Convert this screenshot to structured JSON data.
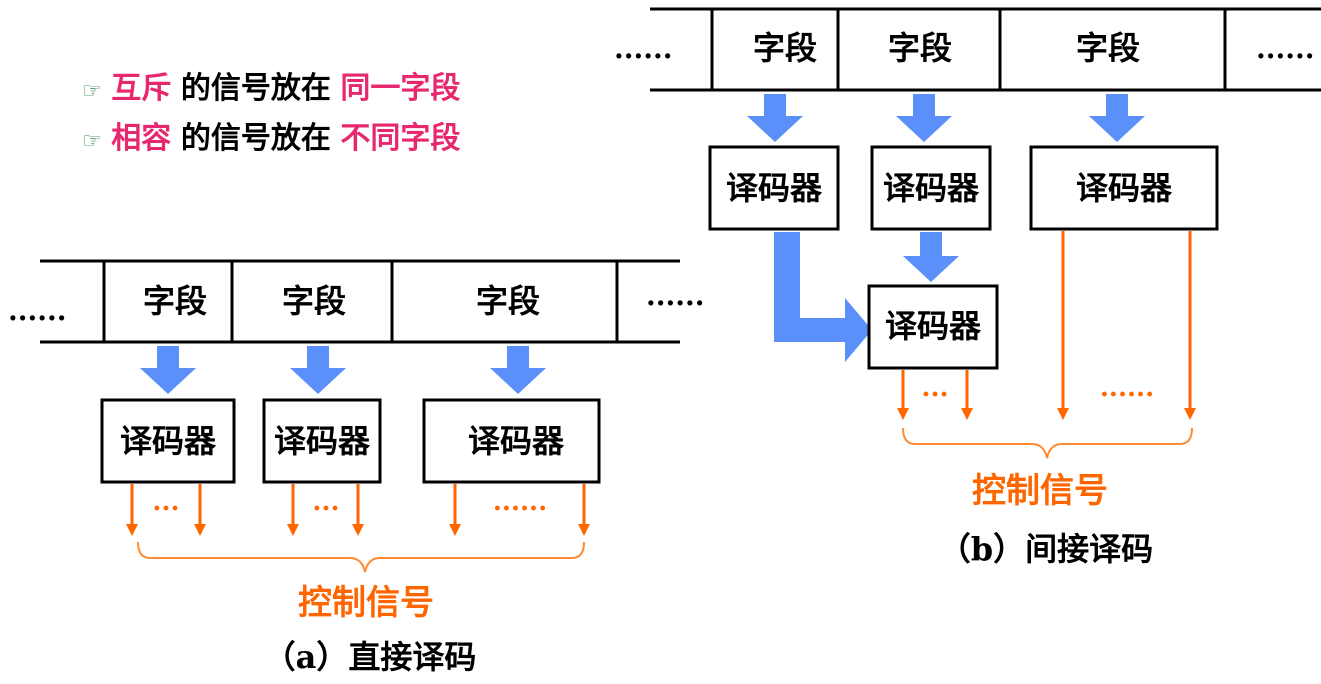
{
  "notes": [
    {
      "hand": "☞",
      "highlight": "互斥",
      "middle": "的信号放在",
      "highlight2": "同一字段"
    },
    {
      "hand": "☞",
      "highlight": "相容",
      "middle": "的信号放在",
      "highlight2": "不同字段"
    }
  ],
  "colors": {
    "highlight": "#e8286e",
    "arrow": "#5b8ff9",
    "signal": "#ff6600",
    "hand": "#2e8b57"
  },
  "left": {
    "ellipsis_left": "......",
    "ellipsis_right": "......",
    "fields": [
      "字段",
      "字段",
      "字段"
    ],
    "decoders": [
      "译码器",
      "译码器",
      "译码器"
    ],
    "signal_dots": [
      "...",
      "...",
      "......"
    ],
    "signal_label": "控制信号",
    "caption": "（a）直接译码"
  },
  "right": {
    "ellipsis_left": "......",
    "ellipsis_right": "......",
    "fields": [
      "字段",
      "字段",
      "字段"
    ],
    "decoders": [
      "译码器",
      "译码器",
      "译码器",
      "译码器"
    ],
    "signal_dots": [
      "...",
      "......"
    ],
    "signal_label": "控制信号",
    "caption": "（b）间接译码"
  }
}
